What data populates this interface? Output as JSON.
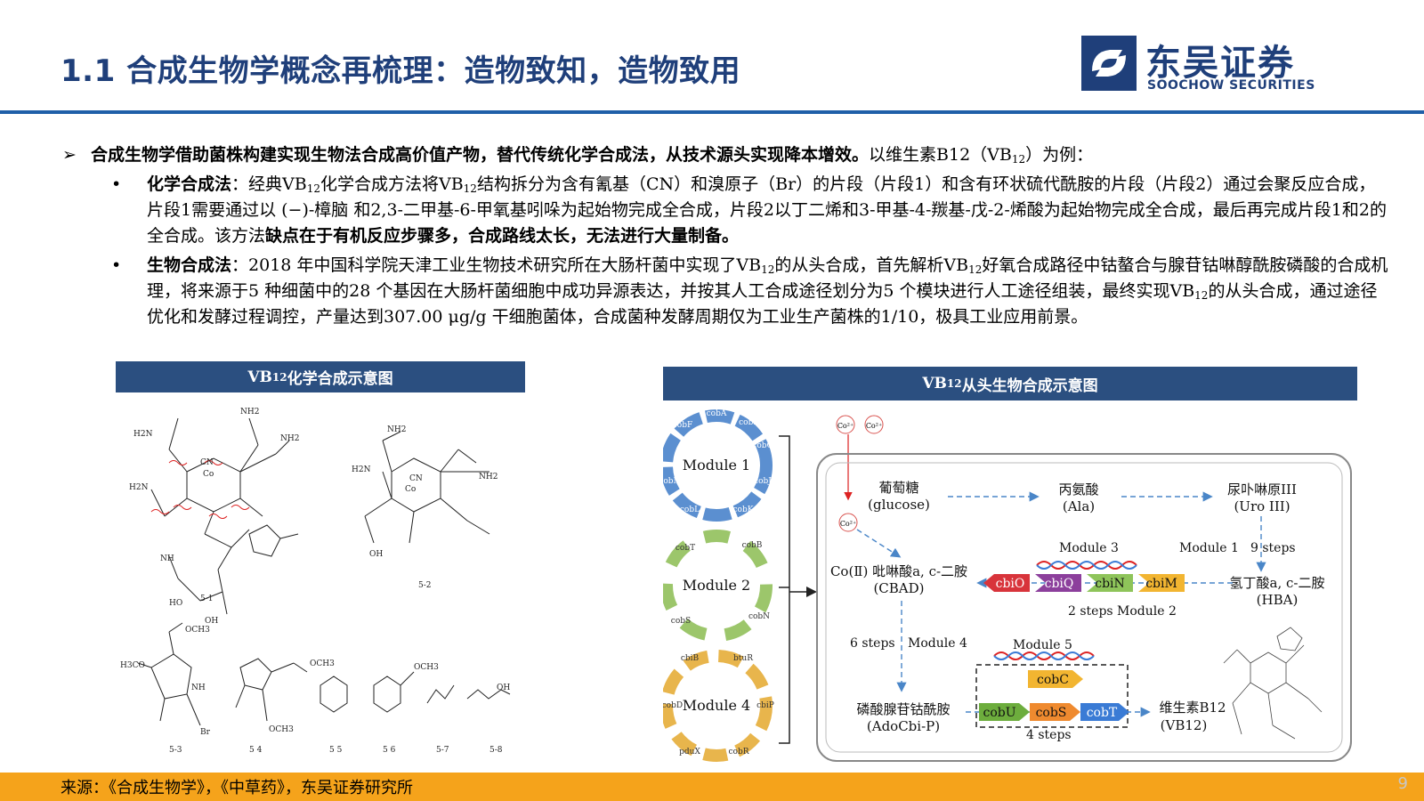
{
  "header": {
    "title": "1.1 合成生物学概念再梳理：造物致知，造物致用",
    "logo_cn": "东吴证券",
    "logo_en": "SOOCHOW SECURITIES"
  },
  "lead": {
    "bold": "合成生物学借助菌株构建实现生物法合成高价值产物，替代传统化学合成法，从技术源头实现降本增效。",
    "normal_pre": "以维生素B12（VB",
    "normal_sub": "12",
    "normal_post": "）为例："
  },
  "bullets": [
    {
      "label": "化学合成法",
      "text_a": "：经典VB",
      "sub_a": "12",
      "text_b": "化学合成方法将VB",
      "sub_b": "12",
      "text_c": "结构拆分为含有氰基（CN）和溴原子（Br）的片段（片段1）和含有环状硫代酰胺的片段（片段2）通过会聚反应合成，片段1需要通过以 (−)-樟脑 和2,3-二甲基-6-甲氧基吲哚为起始物完成全合成，片段2以丁二烯和3-甲基-4-羰基-戊-2-烯酸为起始物完成全合成，最后再完成片段1和2的全合成。该方法",
      "bold_end": "缺点在于有机反应步骤多，合成路线太长，无法进行大量制备。"
    },
    {
      "label": "生物合成法",
      "text_a": "：2018 年中国科学院天津工业生物技术研究所在大肠杆菌中实现了VB",
      "sub_a": "12",
      "text_b": "的从头合成，首先解析VB",
      "sub_b": "12",
      "text_c": "好氧合成路径中钴螯合与腺苷钴啉醇酰胺磷酸的合成机理，将来源于5 种细菌中的28 个基因在大肠杆菌细胞中成功异源表达，并按其人工合成途径划分为5 个模块进行人工途径组装，最终实现VB",
      "sub_c": "12",
      "text_d": "的从头合成，通过途径优化和发酵过程调控，产量达到307.00 μg/g 干细胞菌体，合成菌种发酵周期仅为工业生产菌株的1/10，极具工业应用前景。"
    }
  ],
  "left_panel": {
    "head_pre": "VB",
    "head_sub": "12",
    "head_post": "化学合成示意图",
    "labels": [
      "5-1",
      "5-2",
      "5-3",
      "5 4",
      "5 5",
      "5 6",
      "5-7",
      "5-8"
    ],
    "atoms": [
      "NH2",
      "H2N",
      "CN",
      "Co",
      "NH",
      "OCH3",
      "H3CO",
      "OH",
      "Br",
      "HO"
    ]
  },
  "right_panel": {
    "head_pre": "VB",
    "head_sub": "12",
    "head_post": "从头生物合成示意图",
    "modules": {
      "m1": "Module 1",
      "m2": "Module 2",
      "m4": "Module 4",
      "m3": "Module 3",
      "m5": "Module 5"
    },
    "m1_genes": [
      "cobA",
      "cobI",
      "cobG",
      "cobJ",
      "cobK",
      "cobL",
      "cobM",
      "cobF"
    ],
    "m2_genes": [
      "cobB",
      "cobT",
      "cobN",
      "cobS"
    ],
    "m4_genes": [
      "cbiB",
      "btuR",
      "cbiP",
      "cobR",
      "pduX",
      "SticobD"
    ],
    "ions": [
      "Co²⁺",
      "Co²⁺",
      "Co²⁺"
    ],
    "glucose": "葡萄糖",
    "glucose_en": "(glucose)",
    "ala": "丙氨酸",
    "ala_en": "(Ala)",
    "uro": "尿卟啉原III",
    "uro_en": "(Uro III)",
    "m1_steps_label": "Module 1",
    "m1_steps": "9 steps",
    "cbad": "Co(Ⅱ) 吡啉酸a, c-二胺",
    "cbad_en": "(CBAD)",
    "hba": "氢丁酸a, c-二胺",
    "hba_en": "(HBA)",
    "cbi_genes": [
      "cbiO",
      "cbiQ",
      "cbiN",
      "cbiM"
    ],
    "two_steps": "2 steps",
    "m2_label": "Module 2",
    "six_steps": "6 steps",
    "m4_label": "Module 4",
    "adocbi": "磷酸腺苷钴酰胺",
    "adocbi_en": "(AdoCbi-P)",
    "cob_genes": [
      "cobC",
      "cobU",
      "cobS",
      "cobT"
    ],
    "four_steps": "4 steps",
    "vb12": "维生素B",
    "vb12_sub": "12",
    "vb12_en_pre": "(VB",
    "vb12_en_post": ")"
  },
  "footer": {
    "source": "来源：《合成生物学》，《中草药》，东吴证券研究所",
    "page": "9"
  },
  "colors": {
    "title": "#1f3f7a",
    "bar": "#2b4f80",
    "footer": "#f5a31b",
    "module1": "#5b8fd0",
    "module2": "#9cc66b",
    "module4": "#e8b54c",
    "cbiO": "#d8343b",
    "cbiQ": "#8c3f9c",
    "cbiN": "#8ec45a",
    "cbiM": "#f2b531",
    "cobC": "#f2b531",
    "cobU": "#6dad3d",
    "cobS": "#ef8a2f",
    "cobT": "#3a7bd5"
  }
}
